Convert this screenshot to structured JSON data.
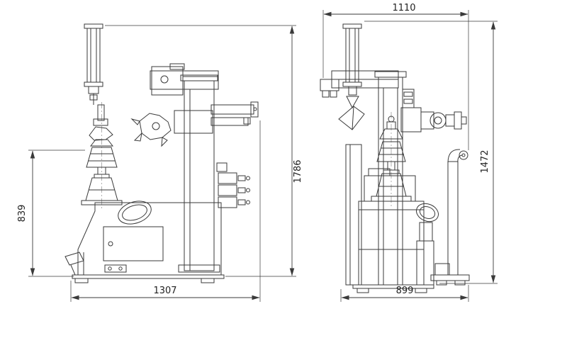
{
  "views": {
    "side": {
      "dimensions": {
        "work_height": "839",
        "overall_height": "1786",
        "overall_width": "1307"
      }
    },
    "front": {
      "dimensions": {
        "top_width": "1110",
        "overall_height": "1472",
        "base_width": "899"
      }
    }
  },
  "style": {
    "background": "#ffffff",
    "line_color": "#3a3a3a",
    "text_color": "#222222"
  }
}
